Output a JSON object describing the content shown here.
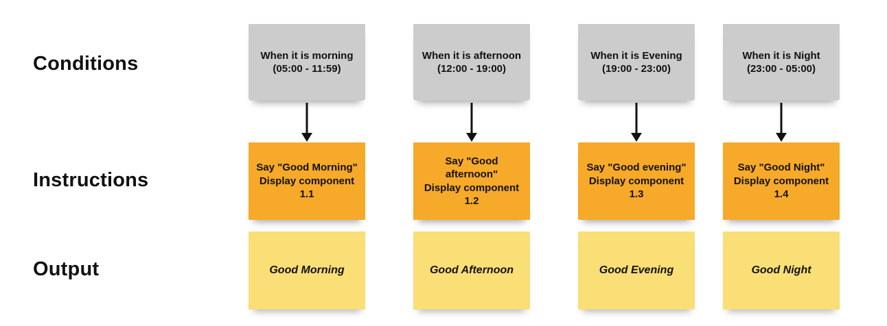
{
  "rows": {
    "conditions_label": "Conditions",
    "instructions_label": "Instructions",
    "output_label": "Output"
  },
  "colors": {
    "condition_note": "#cccccc",
    "instruction_note": "#f7a929",
    "output_note": "#fade76",
    "arrow": "#111111",
    "background": "#ffffff",
    "text": "#111111"
  },
  "columns": [
    {
      "condition": "When it is morning\n(05:00 - 11:59)",
      "instruction": "Say \"Good Morning\"\nDisplay component\n1.1",
      "output": "Good Morning"
    },
    {
      "condition": "When it is afternoon\n(12:00 - 19:00)",
      "instruction": "Say \"Good\nafternoon\"\nDisplay component\n1.2",
      "output": "Good Afternoon"
    },
    {
      "condition": "When it is Evening\n(19:00 - 23:00)",
      "instruction": "Say \"Good evening\"\nDisplay component\n1.3",
      "output": "Good Evening"
    },
    {
      "condition": "When it is Night\n(23:00 - 05:00)",
      "instruction": "Say \"Good Night\"\nDisplay component\n1.4",
      "output": "Good Night"
    }
  ]
}
